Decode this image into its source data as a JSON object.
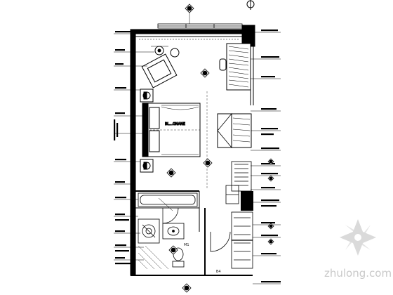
{
  "drawing": {
    "bed_label": "BL...GNANE",
    "door_mark": "M1",
    "bottom_code": "B4"
  },
  "watermark": {
    "text": "zhulong.com"
  }
}
